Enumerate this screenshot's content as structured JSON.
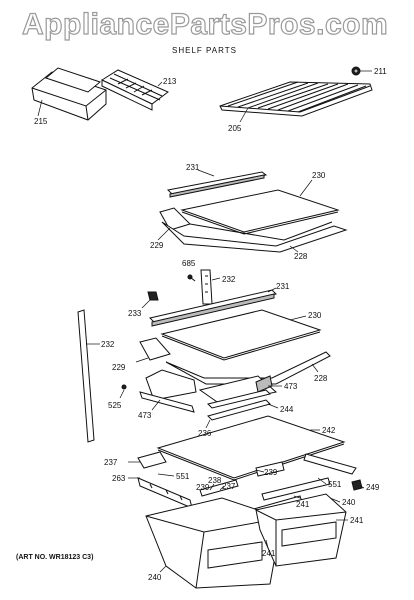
{
  "page": {
    "watermark": "AppliancePartsPros.com",
    "section_title": "SHELF PARTS",
    "art_number": "(ART NO. WR18123 C3)"
  },
  "diagram": {
    "callouts": [
      "211",
      "213",
      "215",
      "205",
      "231",
      "230",
      "229",
      "228",
      "685",
      "232",
      "231",
      "233",
      "230",
      "232",
      "229",
      "228",
      "473",
      "525",
      "473",
      "244",
      "236",
      "242",
      "237",
      "263",
      "551",
      "239",
      "238",
      "237",
      "239",
      "551",
      "249",
      "240",
      "241",
      "241",
      "241",
      "240"
    ]
  }
}
